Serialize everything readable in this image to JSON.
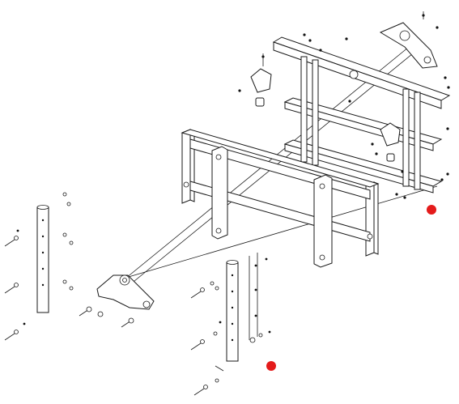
{
  "diagram": {
    "kind": "exploded-parts-drawing",
    "background": "#ffffff",
    "line_color": "#1a1a1a",
    "hotspot_color": "#e41b1b",
    "hotspots": [
      {
        "id": "hotspot-upper-right"
      },
      {
        "id": "hotspot-lower-center"
      }
    ]
  }
}
